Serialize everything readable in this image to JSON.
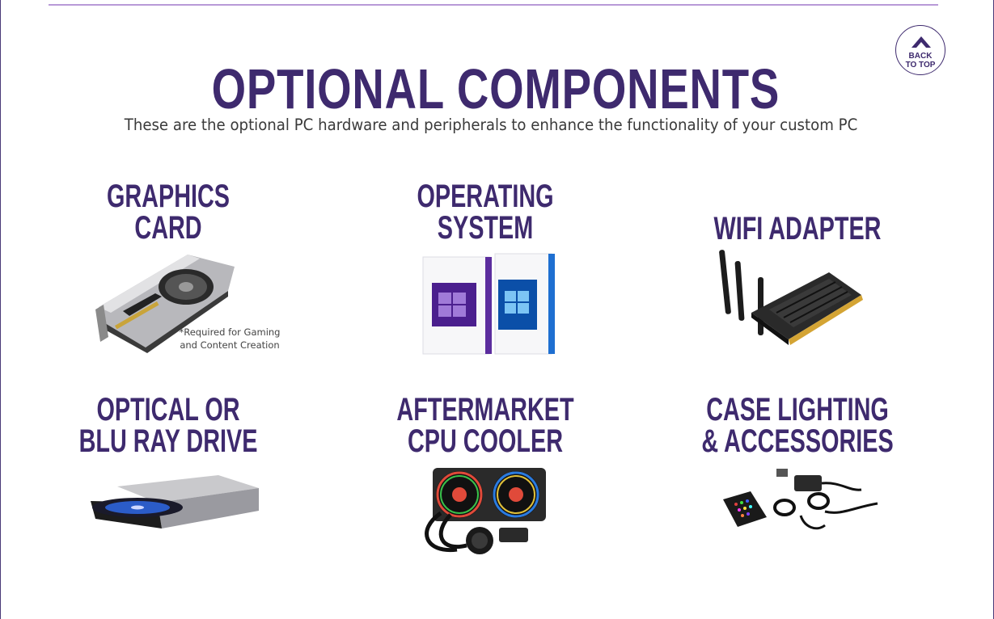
{
  "header": {
    "title": "OPTIONAL COMPONENTS",
    "subtitle": "These are the optional PC hardware and peripherals to enhance the functionality of your custom PC",
    "back_to_top": "BACK\nTO TOP"
  },
  "components": [
    {
      "title": "GRAPHICS\nCARD",
      "note": "*Required for Gaming\nand Content Creation",
      "icon": "graphics-card-image"
    },
    {
      "title": "OPERATING\nSYSTEM",
      "icon": "windows-10-boxes-image"
    },
    {
      "title": "WIFI ADAPTER",
      "icon": "wifi-adapter-image"
    },
    {
      "title": "OPTICAL OR\nBLU RAY DRIVE",
      "icon": "optical-drive-image"
    },
    {
      "title": "AFTERMARKET\nCPU COOLER",
      "icon": "cpu-cooler-image"
    },
    {
      "title": "CASE LIGHTING\n& ACCESSORIES",
      "icon": "case-lighting-kit-image"
    }
  ],
  "colors": {
    "accent": "#3e2a6e",
    "rule": "#b89ad8",
    "text": "#3a3a3a"
  }
}
